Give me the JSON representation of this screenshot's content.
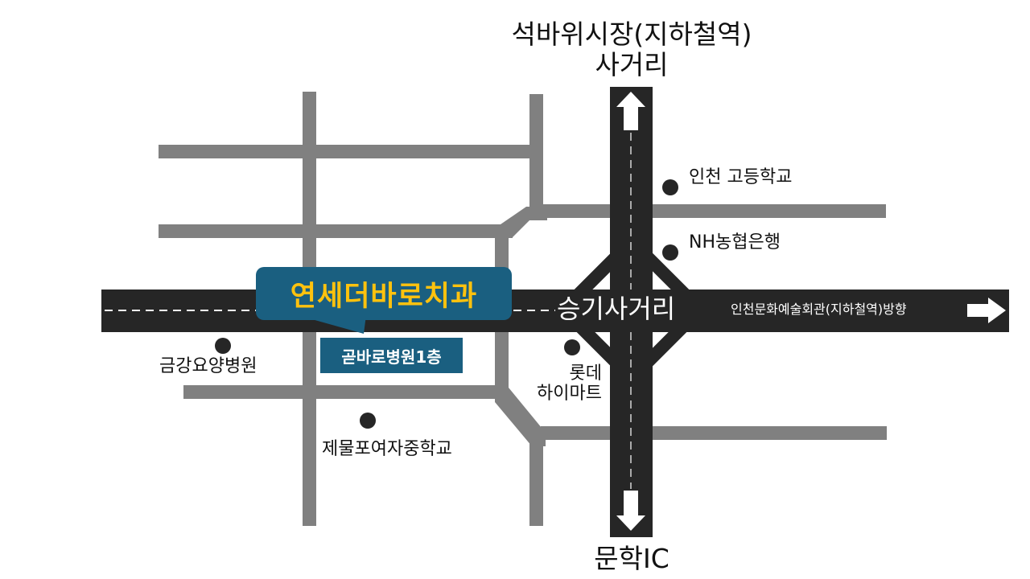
{
  "colors": {
    "main_road": "#262626",
    "side_road": "#808080",
    "callout_bg": "#1a5f80",
    "callout_text": "#ffc20e",
    "poi_dot": "#262626",
    "background": "#ffffff"
  },
  "destinations": {
    "north_line1": "석바위시장(지하철역)",
    "north_line2": "사거리",
    "south": "문학IC",
    "east": "인천문화예술회관(지하철역)방향"
  },
  "intersection": {
    "label": "승기사거리"
  },
  "clinic": {
    "name": "연세더바로치과",
    "location": "곧바로병원1층"
  },
  "landmarks": [
    {
      "name": "인천 고등학교"
    },
    {
      "name": "NH농협은행"
    },
    {
      "name": "금강요양병원"
    },
    {
      "name": "롯데",
      "name_line2": "하이마트"
    },
    {
      "name": "제물포여자중학교"
    }
  ],
  "icons": {
    "north": "arrow-up-icon",
    "south": "arrow-down-icon",
    "east": "arrow-right-icon",
    "poi": "map-dot-icon"
  }
}
